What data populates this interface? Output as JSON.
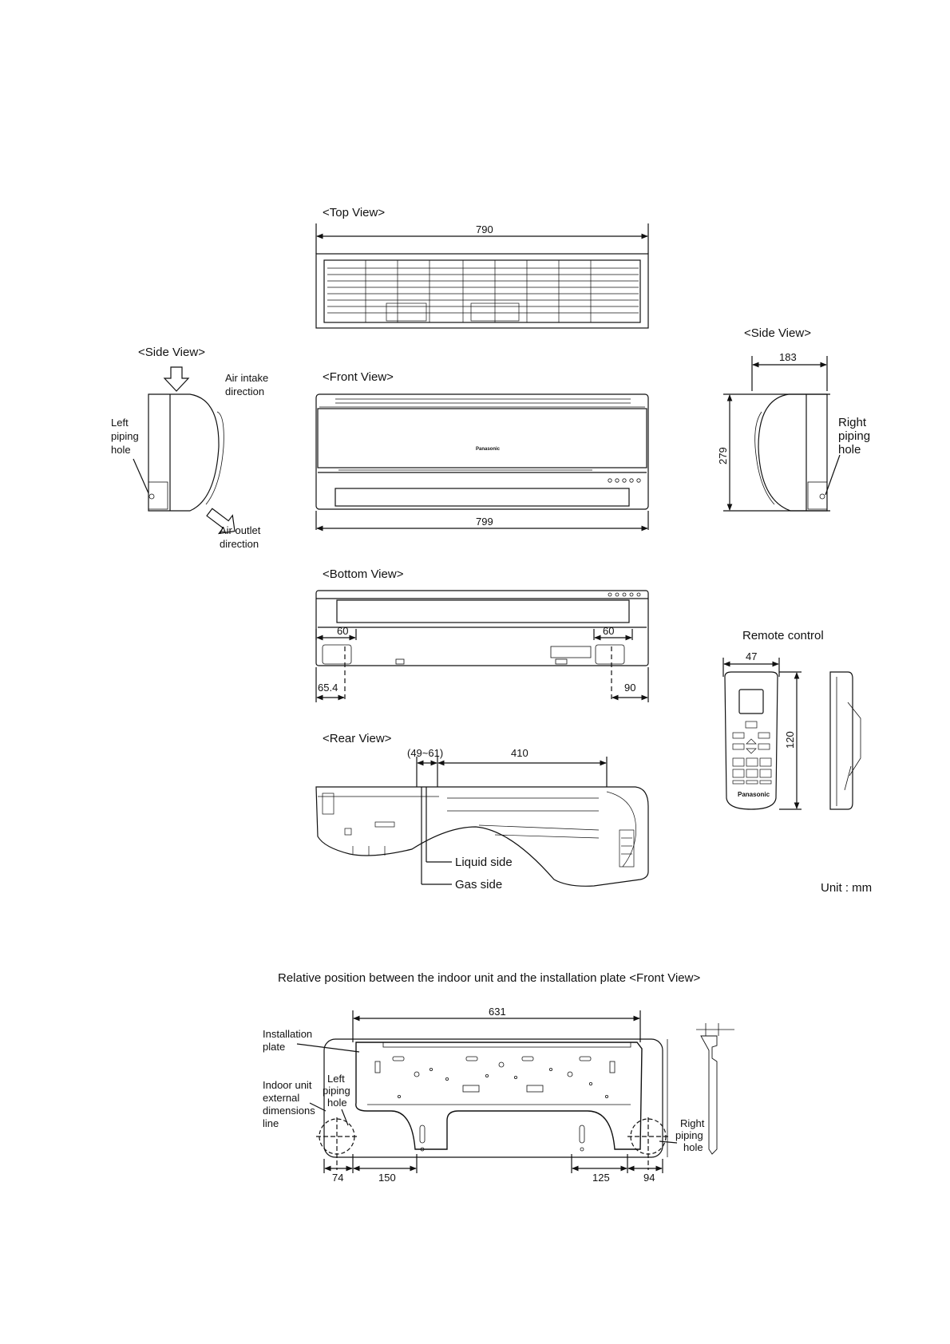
{
  "views": {
    "top": "<Top View>",
    "side_left": "<Side View>",
    "front": "<Front View>",
    "side_right": "<Side View>",
    "bottom": "<Bottom View>",
    "rear": "<Rear View>"
  },
  "dimensions": {
    "top_width": "790",
    "front_width": "799",
    "side_depth": "183",
    "side_height": "279",
    "bottom_left_60": "60",
    "bottom_right_60": "60",
    "bottom_left_654": "65.4",
    "bottom_right_90": "90",
    "rear_range": "(49~61)",
    "rear_410": "410",
    "remote_width": "47",
    "remote_height": "120",
    "plate_width": "631",
    "plate_74": "74",
    "plate_150": "150",
    "plate_125": "125",
    "plate_94": "94"
  },
  "labels": {
    "air_intake": [
      "Air intake",
      "direction"
    ],
    "air_outlet": [
      "Air outlet",
      "direction"
    ],
    "left_piping": [
      "Left",
      "piping",
      "hole"
    ],
    "right_piping": [
      "Right",
      "piping",
      "hole"
    ],
    "liquid_side": "Liquid side",
    "gas_side": "Gas side",
    "unit": "Unit : mm",
    "remote_title": "Remote control",
    "installation_plate": [
      "Installation",
      "plate"
    ],
    "indoor_unit_line": [
      "Indoor unit",
      "external",
      "dimensions",
      "line"
    ],
    "plate_left_piping": [
      "Left",
      "piping",
      "hole"
    ],
    "plate_right_piping": [
      "Right",
      "piping",
      "hole"
    ],
    "brand_front": "Panasonic",
    "brand_remote": "Panasonic"
  },
  "relative_position_title": "Relative position between the indoor unit and the installation plate <Front View>"
}
